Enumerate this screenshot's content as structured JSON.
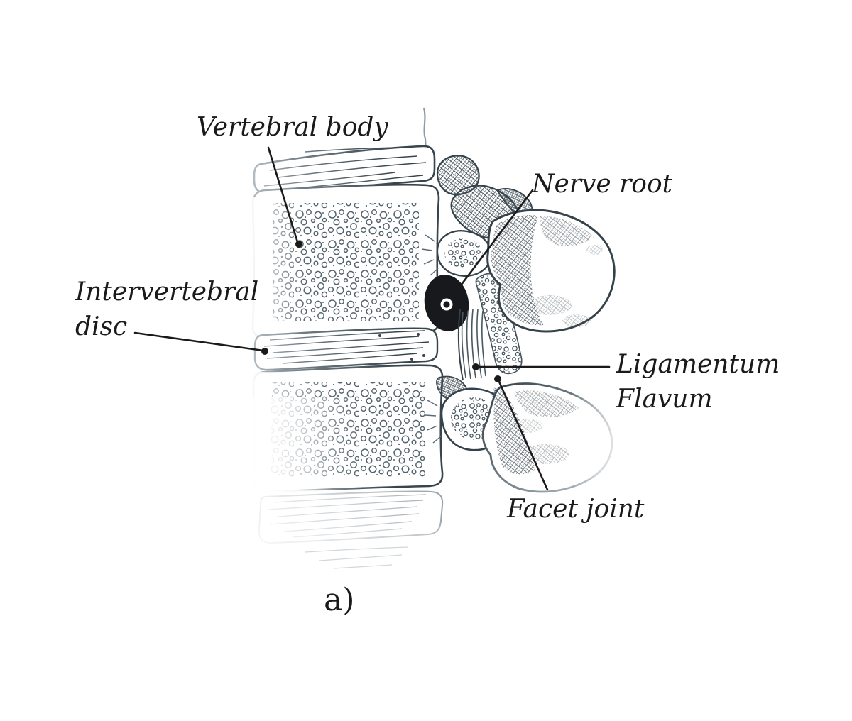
{
  "figure": {
    "marker": "a)"
  },
  "labels": {
    "vertebral_body": "Vertebral body",
    "nerve_root": "Nerve root",
    "intervertebral_disc": [
      "Intervertebral",
      "disc"
    ],
    "ligamentum_flavum": [
      "Ligamentum",
      "Flavum"
    ],
    "facet_joint": "Facet joint"
  },
  "colors": {
    "ink": "#1a1a1a",
    "sketch_dark": "#36424a",
    "sketch_mid": "#5b6b74",
    "sketch_light": "#b7c1c7",
    "nerve_root_fill": "#17191c",
    "background": "#ffffff"
  }
}
